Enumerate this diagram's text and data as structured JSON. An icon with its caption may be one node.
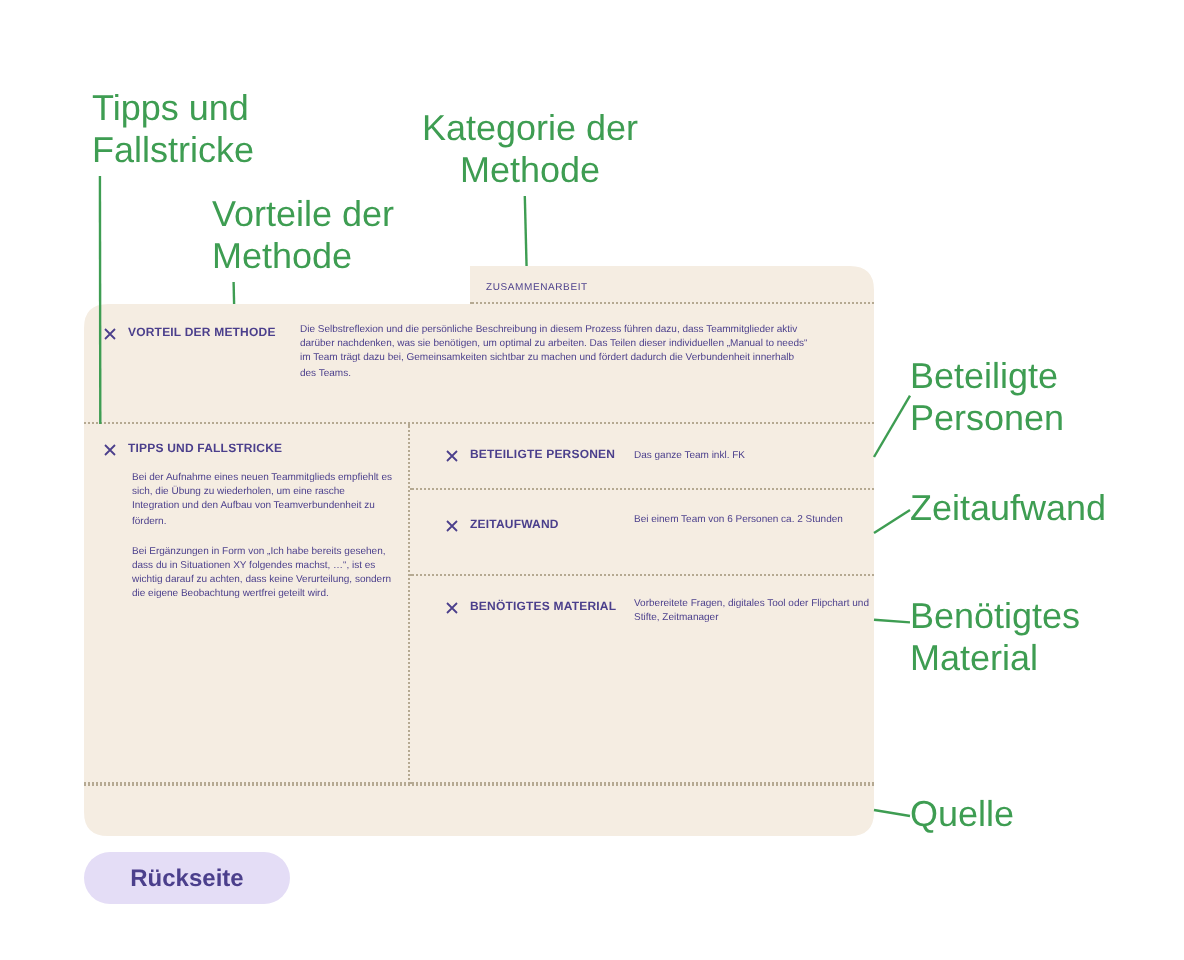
{
  "diagram": {
    "nodes": [
      {
        "text": [
          "Tipps und Fallstricke"
        ]
      },
      {
        "text": [
          "Kategorie der Methode"
        ]
      },
      {
        "text": [
          "Vorteile der Methode"
        ]
      },
      {
        "text": [],
        "shape": "box"
      },
      {
        "text": [
          "ZUSAMMENARBEIT"
        ],
        "in": 3
      },
      {
        "text": [
          "VORTEIL DER METHODE",
          "Die Selbstreflexion und die persönliche Beschreibung in diesem Prozess führen dazu, dass Teammitglieder aktiv darüber nachdenken, was sie benötigen, um optimal zu arbeiten. Das Teilen dieser individuellen „Manual to needs“ im Team trägt dazu bei, Gemeinsamkeiten sichtbar zu machen und fördert dadurch die Verbundenheit innerhalb des Teams."
        ],
        "in": 3
      },
      {
        "text": [
          "TIPPS UND FALLSTRICKE",
          "Bei der Aufnahme eines neuen Teammitglieds empfiehlt es sich, die Übung zu wiederholen, um eine rasche Integration und den Aufbau von Teamverbundenheit zu fördern.",
          "Bei Ergänzungen in Form von „Ich habe bereits gesehen, dass du in Situationen XY folgendes machst, …“, ist es wichtig darauf zu achten, dass keine Verurteilung, sondern die eigene Beobachtung wertfrei geteilt wird."
        ],
        "in": 3
      },
      {
        "text": [
          "BETEILIGTE PERSONEN",
          "Das ganze Team inkl. FK"
        ],
        "in": 3
      },
      {
        "text": [
          "ZEITAUFWAND",
          "Bei einem Team von 6 Personen ca. 2 Stunden"
        ],
        "in": 3
      },
      {
        "text": [
          "BENÖTIGTES MATERIAL",
          "Vorbereitete Fragen, digitales Tool oder Flipchart und Stifte, Zeitmanager"
        ],
        "in": 3
      },
      {
        "text": [],
        "shape": "box",
        "in": 3
      },
      {
        "text": [
          "Beteiligte Personen"
        ]
      },
      {
        "text": [
          "Zeitaufwand"
        ]
      },
      {
        "text": [
          "Benötigtes Material"
        ]
      },
      {
        "text": [
          "Quelle"
        ]
      },
      {
        "text": [
          "Rückseite"
        ]
      }
    ],
    "edges": [
      {
        "from": 0,
        "to": 6,
        "arrow": "none"
      },
      {
        "from": 1,
        "to": 4,
        "arrow": "none"
      },
      {
        "from": 2,
        "to": 5,
        "arrow": "none"
      },
      {
        "from": 11,
        "to": 7,
        "arrow": "none"
      },
      {
        "from": 12,
        "to": 8,
        "arrow": "none"
      },
      {
        "from": 13,
        "to": 9,
        "arrow": "none"
      },
      {
        "from": 14,
        "to": 10,
        "arrow": "none"
      }
    ]
  }
}
